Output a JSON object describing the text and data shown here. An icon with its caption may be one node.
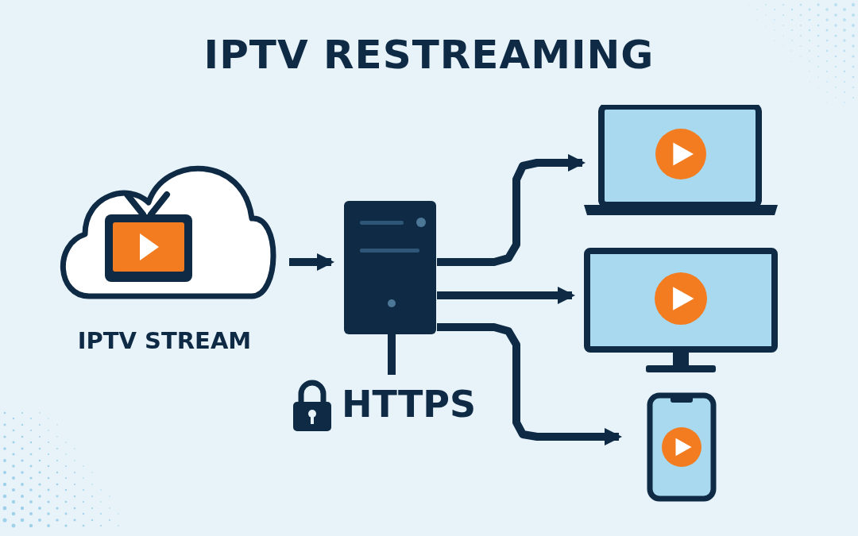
{
  "diagram": {
    "title": "IPTV RESTREAMING",
    "nodes": [
      {
        "text": [
          "IPTV STREAM"
        ]
      },
      {
        "text": [],
        "shape": "box"
      },
      {
        "text": [],
        "shape": "picture"
      },
      {
        "text": [],
        "shape": "picture"
      },
      {
        "text": [],
        "shape": "picture"
      },
      {
        "text": [
          "HTTPS"
        ]
      }
    ],
    "edges": [
      {
        "from": 0,
        "to": 1,
        "arrow": "to"
      },
      {
        "from": 1,
        "to": 2,
        "arrow": "to"
      },
      {
        "from": 1,
        "to": 3,
        "arrow": "to"
      },
      {
        "from": 1,
        "to": 4,
        "arrow": "to"
      },
      {
        "from": 1,
        "to": 5,
        "arrow": "none"
      }
    ]
  }
}
